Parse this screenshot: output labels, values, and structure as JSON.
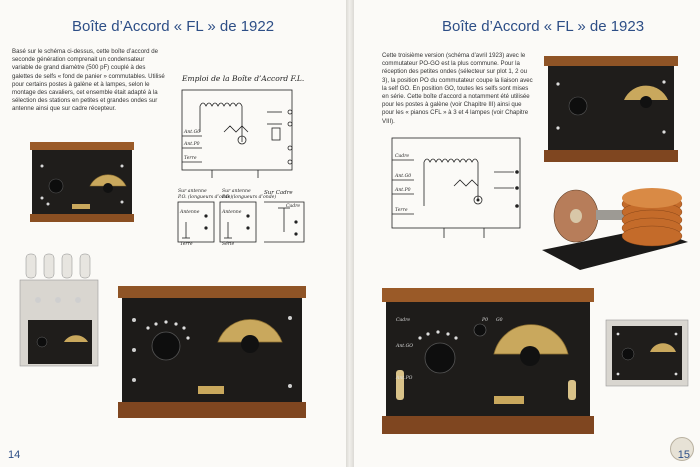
{
  "left_page": {
    "title": "Boîte d’Accord « FL » de 1922",
    "paragraph": "Basé sur le schéma ci-dessus, cette boîte d’accord de seconde génération comprenait un condensateur variable de grand diamètre (500 pF) couplé à des galettes de selfs « fond de panier » commutables. Utilisé pour certains postes à galène et à lampes, selon le montage des cavaliers, cet ensemble était adapté à la sélection des stations en petites et grandes ondes sur antenne ainsi que sur cadre récepteur.",
    "page_number": "14",
    "diagram": {
      "title": "Emploi de la Boîte d’Accord F.L.",
      "labels": [
        "Ant.G0",
        "Ant.P0",
        "Terre"
      ],
      "modes": [
        {
          "heading": "Sur antenne",
          "sub": "P.O. (longueurs d’onde)",
          "a": "Antenne",
          "b": "Terre"
        },
        {
          "heading": "Sur antenne",
          "sub": "P.O. (longueurs d’onde)",
          "a": "Antenne",
          "b": "Série"
        },
        {
          "heading": "Sur Cadre",
          "sub": "",
          "a": "Cadre",
          "b": ""
        }
      ]
    }
  },
  "right_page": {
    "title": "Boîte d’Accord « FL » de 1923",
    "paragraph": "Cette troisième version (schéma d’avril 1923) avec le commutateur PO-GO est la plus commune. Pour la réception des petites ondes (sélecteur sur plot 1, 2 ou 3), la position PO du commutateur coupe la liaison avec la self GO. En position GO, toutes les selfs sont mises en série. Cette boîte d’accord a notamment été utilisée pour les postes à galène (voir Chapitre III) ainsi que pour les « pianos CFL » à 3 et 4 lampes (voir Chapitre VIII).",
    "page_number": "15",
    "diagram": {
      "labels": [
        "Cadre",
        "Ant.G0",
        "Ant.P0",
        "Terre"
      ]
    },
    "panel_labels": [
      "P0",
      "G0",
      "Cadre",
      "Ant.GO",
      "Ant.PO"
    ]
  },
  "colors": {
    "title_blue": "#2d4e86",
    "wood": "#8a4f22",
    "bakelite": "#1e1c1a",
    "brass": "#c9a85d"
  }
}
